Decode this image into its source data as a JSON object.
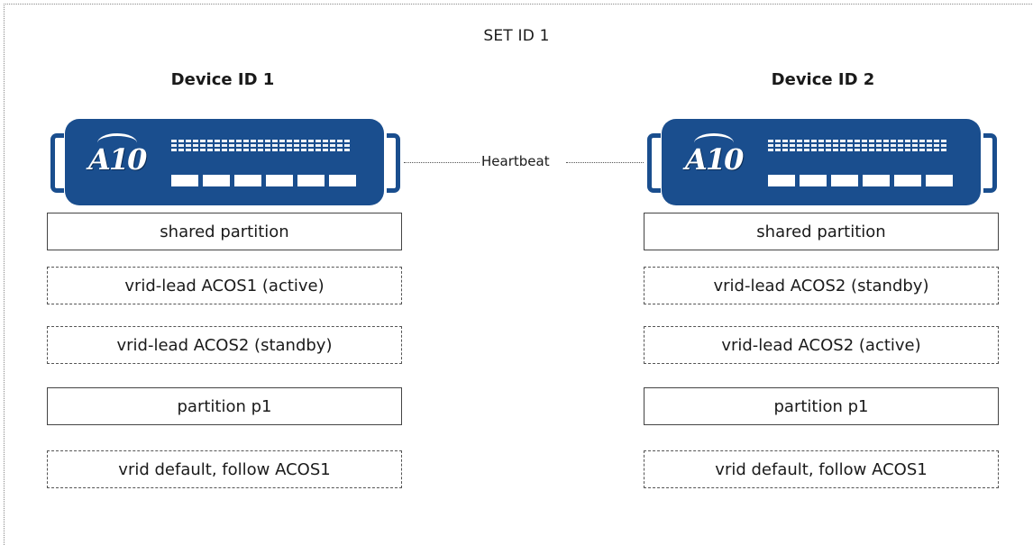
{
  "set_title": "SET ID 1",
  "heartbeat_label": "Heartbeat",
  "devices": [
    {
      "title": "Device ID 1",
      "logo": "A10",
      "rows": [
        "shared partition",
        "vrid-lead ACOS1 (active)",
        "vrid-lead ACOS2 (standby)",
        "partition p1",
        "vrid default, follow ACOS1"
      ]
    },
    {
      "title": "Device ID 2",
      "logo": "A10",
      "rows": [
        "shared partition",
        "vrid-lead ACOS2 (standby)",
        "vrid-lead ACOS2 (active)",
        "partition p1",
        "vrid default, follow ACOS1"
      ]
    }
  ],
  "colors": {
    "appliance": "#1a4e8e",
    "border": "#444444"
  },
  "icons": {
    "appliance": "a10-appliance-icon"
  }
}
